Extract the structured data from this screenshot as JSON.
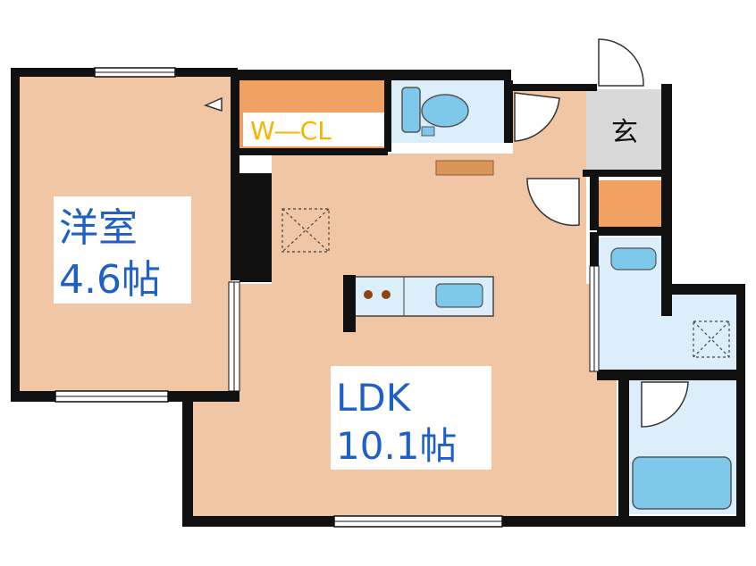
{
  "rooms": {
    "western": {
      "name": "洋室",
      "size": "4.6帖"
    },
    "ldk": {
      "name": "LDK",
      "size": "10.1帖"
    },
    "closet": {
      "name": "W―CL"
    },
    "entrance": {
      "name": "玄"
    }
  },
  "colors": {
    "floor": "#f0c6a4",
    "wall": "#111111",
    "closet": "#f0a060",
    "wet_area": "#dbeefa",
    "entrance": "#d9d9d9",
    "label_text": "#1f5fc8",
    "closet_text": "#f7b500",
    "fixture": "#7ec8ec"
  }
}
